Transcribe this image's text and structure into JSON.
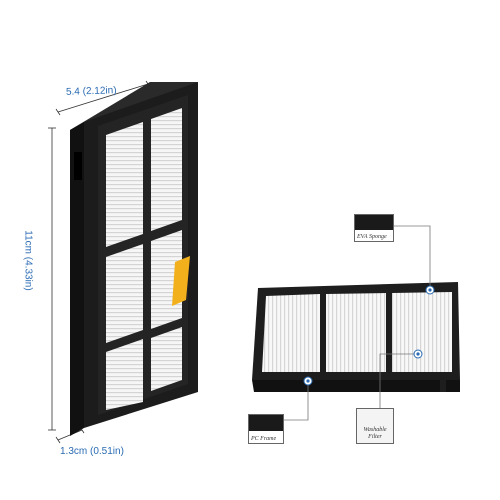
{
  "dimensions": {
    "width_label": "5.4 (2.12in)",
    "height_label": "11cm (4.33in)",
    "depth_label": "1.3cm (0.51in)"
  },
  "callouts": {
    "eva_sponge": "EVA Sponge",
    "pc_frame": "PC Frame",
    "washable_filter_line1": "Washable",
    "washable_filter_line2": "Filter"
  },
  "colors": {
    "dimension_text": "#2a6bb3",
    "frame": "#1c1c1c",
    "pleat_light": "#f4f4f4",
    "pleat_dark": "#d8d8d8",
    "accent_tab": "#f2b11c"
  }
}
